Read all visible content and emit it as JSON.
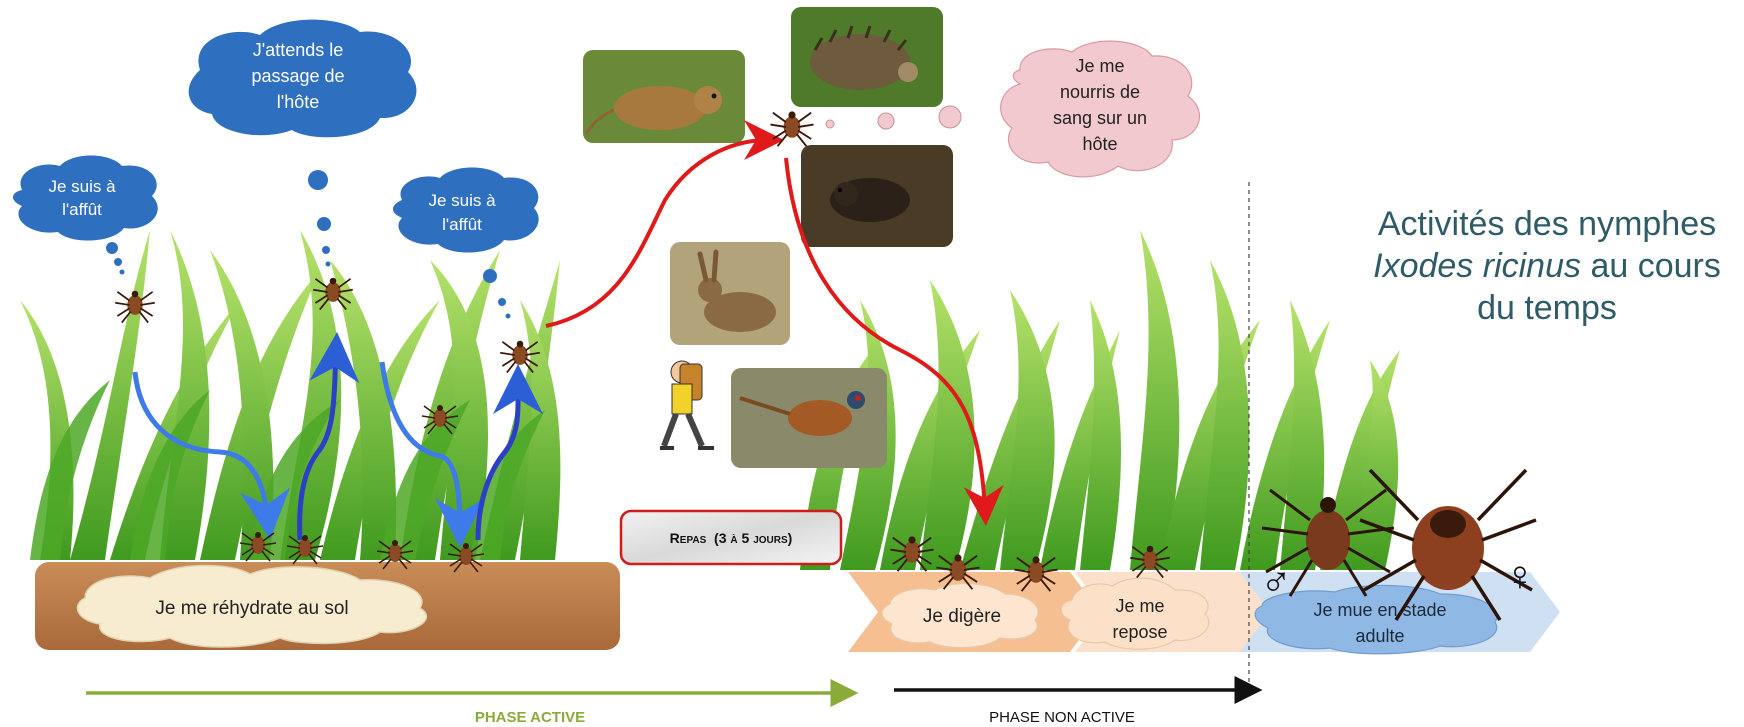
{
  "title": {
    "line1": "Activités des nymphes",
    "species": "Ixodes ricinus",
    "line2_rest": " au cours",
    "line3": "du temps"
  },
  "bubbles": {
    "affut_left": [
      "Je suis à",
      "l'affût"
    ],
    "attends": [
      "J'attends le",
      "passage de",
      "l'hôte"
    ],
    "affut_right": [
      "Je suis à",
      "l'affût"
    ],
    "nourris": [
      "Je me",
      "nourris de",
      "sang sur un",
      "hôte"
    ],
    "rehydrate": "Je me réhydrate au sol",
    "digere": "Je digère",
    "repose": [
      "Je me",
      "repose"
    ],
    "mue": [
      "Je mue en stade",
      "adulte"
    ]
  },
  "repas_box": {
    "big1": "R",
    "small1": "EPAS",
    "mid": "  (3 ",
    "small2": "À",
    "mid2": " 5 ",
    "small3": "JOURS",
    "end": ")"
  },
  "phases": {
    "active": "PHASE ACTIVE",
    "non_active": "PHASE NON ACTIVE"
  },
  "symbols": {
    "male": "♂",
    "female": "♀"
  },
  "hosts": [
    "mouse-photo",
    "hedgehog-photo",
    "vole-photo",
    "hare-photo",
    "hiker-drawing",
    "pheasant-photo"
  ],
  "colors": {
    "title": "#2e5b66",
    "blue_bubble": "#2f6fbf",
    "pink_bubble": "#f1c9cf",
    "soil": "#b67a47",
    "grass": "#5cb82f",
    "active_arrow": "#8aab3a",
    "red_arrow": "#e01a1a",
    "blue_arrow": "#2c5fd6"
  }
}
